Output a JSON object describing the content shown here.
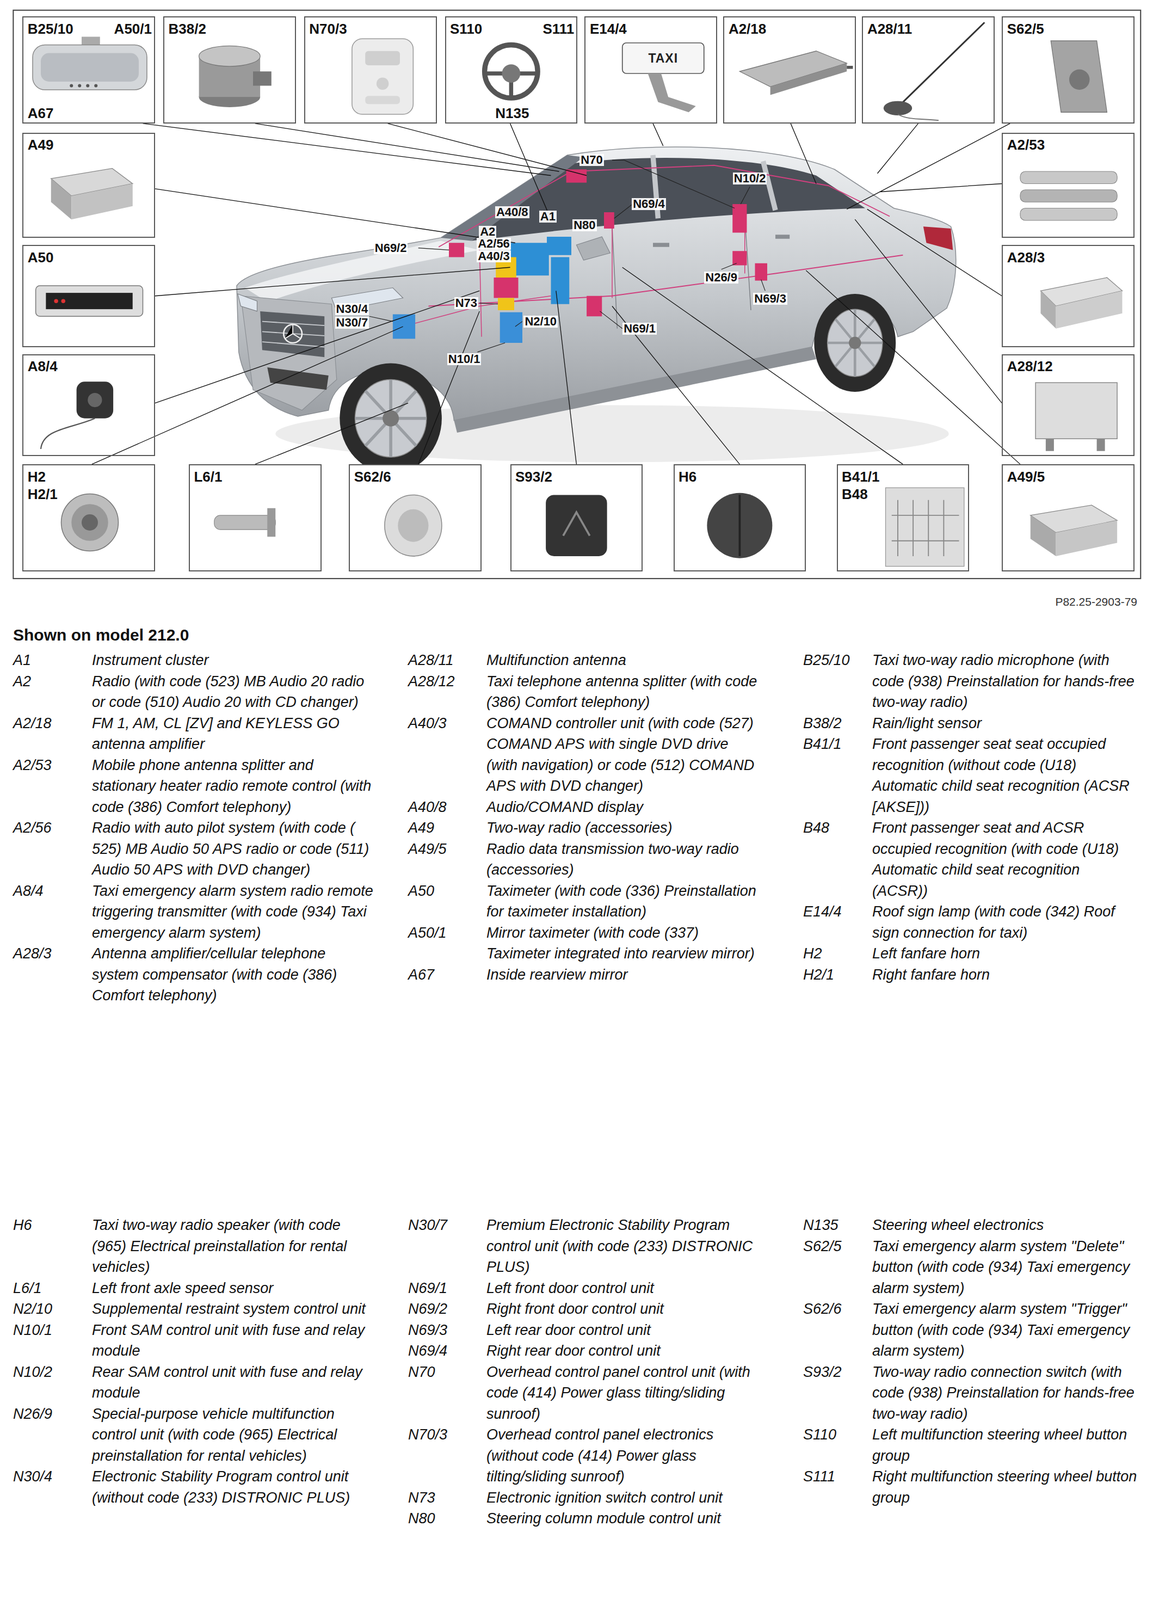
{
  "diagram": {
    "title": "Shown on model 212.0",
    "nodes": [
      {
        "text": [
          "B25/10",
          "A50/1",
          "A67"
        ]
      },
      {
        "text": [
          "B38/2"
        ]
      },
      {
        "text": [
          "N70/3"
        ]
      },
      {
        "text": [
          "S110",
          "S111",
          "N135"
        ]
      },
      {
        "text": [
          "E14/4"
        ]
      },
      {
        "text": [
          "A2/18"
        ]
      },
      {
        "text": [
          "A28/11"
        ]
      },
      {
        "text": [
          "S62/5"
        ]
      },
      {
        "text": [
          "A49"
        ]
      },
      {
        "text": [
          "A2/53"
        ]
      },
      {
        "text": [
          "A50"
        ]
      },
      {
        "text": [
          "A28/3"
        ]
      },
      {
        "text": [
          "A8/4"
        ]
      },
      {
        "text": [
          "A28/12"
        ]
      },
      {
        "text": [
          "H2",
          "H2/1"
        ]
      },
      {
        "text": [
          "L6/1"
        ]
      },
      {
        "text": [
          "S62/6"
        ]
      },
      {
        "text": [
          "S93/2"
        ]
      },
      {
        "text": [
          "H6"
        ]
      },
      {
        "text": [
          "B41/1",
          "B48"
        ]
      },
      {
        "text": [
          "A49/5"
        ]
      }
    ],
    "labels": [
      "P82.25-2903-79",
      "N70",
      "N10/2",
      "A40/8",
      "A1",
      "A2",
      "A2/56",
      "A40/3",
      "N80",
      "N69/4",
      "N69/2",
      "N73",
      "N26/9",
      "N69/3",
      "N30/4",
      "N30/7",
      "N2/10",
      "N69/1",
      "N10/1",
      "TAXI",
      "A1",
      "Instrument cluster",
      "A2",
      "Radio (with code (523) MB Audio 20 radio or code (510) Audio 20 with CD changer)",
      "A2/18",
      "FM 1, AM, CL [ZV] and KEYLESS GO antenna amplifier",
      "A2/53",
      "Mobile phone antenna splitter and stationary heater radio remote control (with code (386) Comfort telephony)",
      "A2/56",
      "Radio with auto pilot system (with code ( 525) MB Audio 50 APS radio or code (511) Audio 50 APS with DVD changer)",
      "A8/4",
      "Taxi emergency alarm system radio remote triggering transmitter (with code (934) Taxi emergency alarm system)",
      "A28/3",
      "Antenna amplifier/cellular telephone system compensator (with code (386) Comfort telephony)",
      "A28/11",
      "Multifunction antenna",
      "A28/12",
      "Taxi telephone antenna splitter (with code (386) Comfort telephony)",
      "A40/3",
      "COMAND controller unit (with code (527) COMAND APS with single DVD drive (with navigation) or code (512) COMAND APS with DVD changer)",
      "A40/8",
      "Audio/COMAND display",
      "A49",
      "Two-way radio (accessories)",
      "A49/5",
      "Radio data transmission two-way radio (accessories)",
      "A50",
      "Taximeter (with code (336) Preinstallation for taximeter installation)",
      "A50/1",
      "Mirror taximeter (with code (337) Taximeter integrated into rearview mirror)",
      "A67",
      "Inside rearview mirror",
      "B25/10",
      "Taxi two-way radio microphone (with code (938) Preinstallation for hands-free two-way radio)",
      "B38/2",
      "Rain/light sensor",
      "B41/1",
      "Front passenger seat seat occupied recognition (without code (U18) Automatic child seat recognition (ACSR [AKSE]))",
      "B48",
      "Front passenger seat and ACSR occupied recognition (with code (U18) Automatic child seat recognition (ACSR))",
      "E14/4",
      "Roof sign lamp (with code (342) Roof sign connection for taxi)",
      "H2",
      "Left fanfare horn",
      "H2/1",
      "Right fanfare horn",
      "H6",
      "Taxi two-way radio speaker (with code (965) Electrical preinstallation for rental vehicles)",
      "L6/1",
      "Left front axle speed sensor",
      "N2/10",
      "Supplemental restraint system control unit",
      "N10/1",
      "Front SAM control unit with fuse and relay module",
      "N10/2",
      "Rear SAM control unit with fuse and relay module",
      "N26/9",
      "Special-purpose vehicle multifunction control unit (with code (965) Electrical preinstallation for rental vehicles)",
      "N30/4",
      "Electronic Stability Program control unit (without code (233) DISTRONIC PLUS)",
      "N30/7",
      "Premium Electronic Stability Program control unit (with code (233) DISTRONIC PLUS)",
      "N69/1",
      "Left front door control unit",
      "N69/2",
      "Right front door control unit",
      "N69/3",
      "Left rear door control unit",
      "N69/4",
      "Right rear door control unit",
      "N70",
      "Overhead control panel control unit (with code (414) Power glass tilting/sliding sunroof)",
      "N70/3",
      "Overhead control panel electronics (without code (414) Power glass tilting/sliding sunroof)",
      "N73",
      "Electronic ignition switch control unit",
      "N80",
      "Steering column module control unit",
      "N135",
      "Steering wheel electronics",
      "S62/5",
      "Taxi emergency alarm system \"Delete\" button (with code (934) Taxi emergency alarm system)",
      "S62/6",
      "Taxi emergency alarm system \"Trigger\" button (with code (934) Taxi emergency alarm system)",
      "S93/2",
      "Two-way radio connection switch (with code (938) Preinstallation for hands-free two-way radio)",
      "S110",
      "Left multifunction steering wheel button group",
      "S111",
      "Right multifunction steering wheel button group"
    ]
  }
}
